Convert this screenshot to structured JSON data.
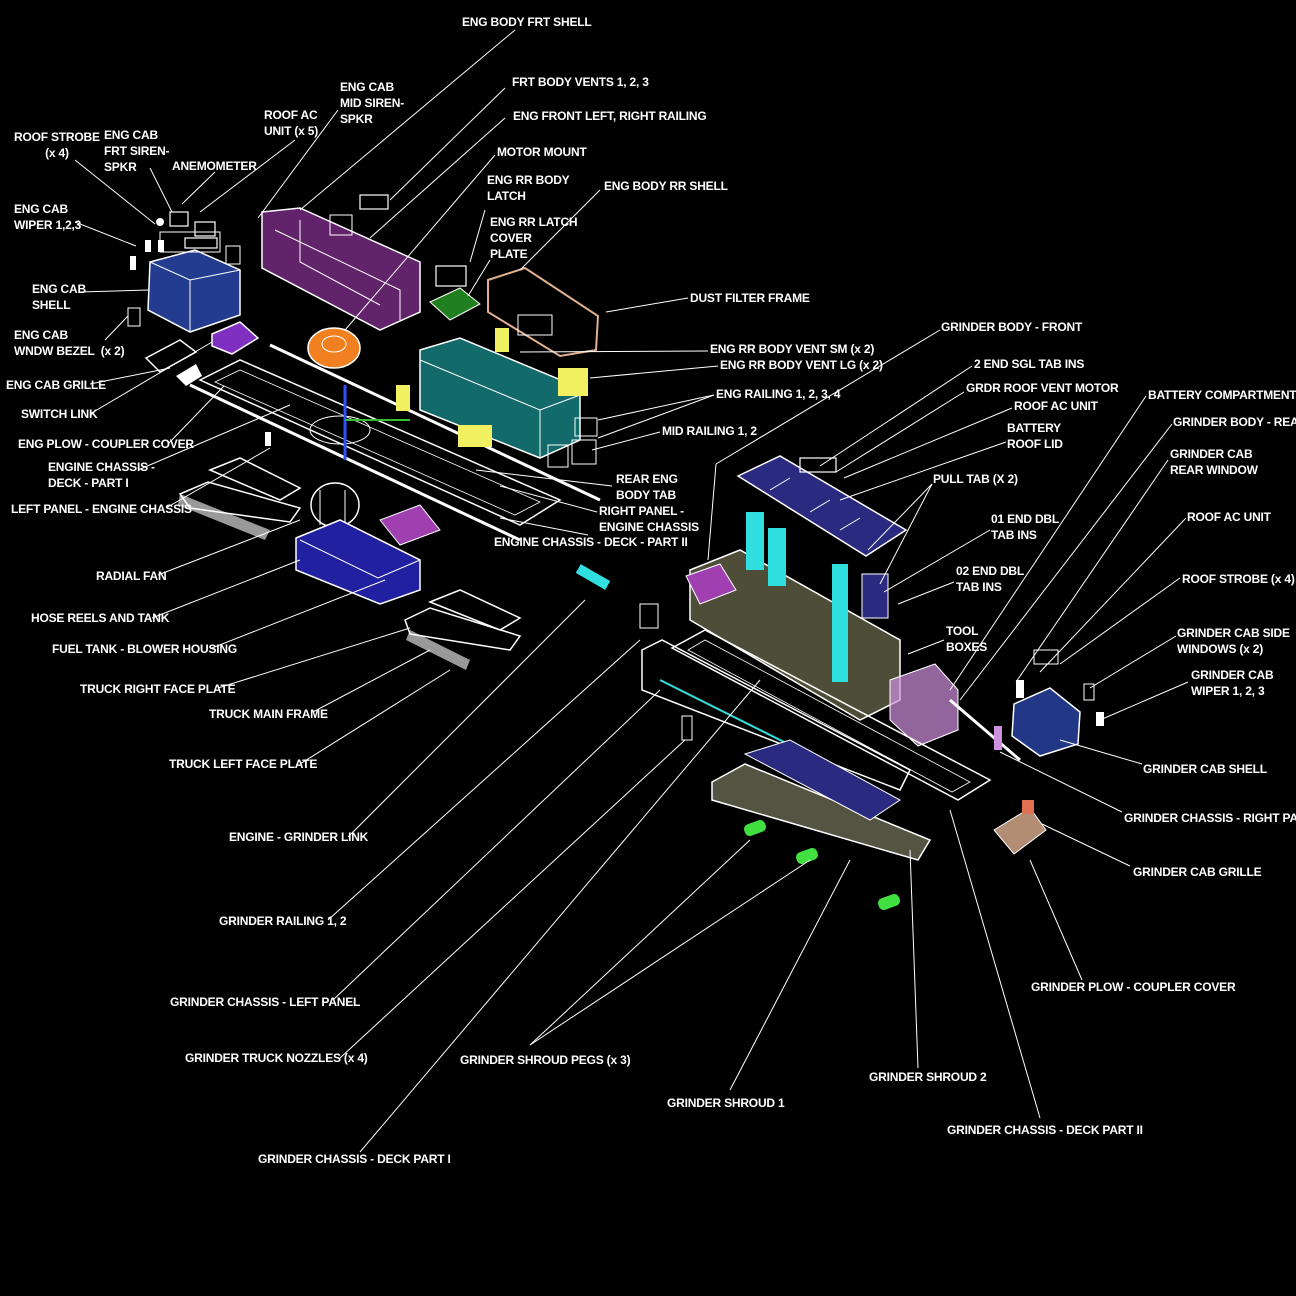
{
  "labels": {
    "eng_body_frt_shell": "ENG BODY FRT SHELL",
    "frt_body_vents": "FRT BODY VENTS 1, 2, 3",
    "eng_front_railing": "ENG FRONT LEFT, RIGHT RAILING",
    "motor_mount": "MOTOR MOUNT",
    "eng_rr_body_latch": "ENG RR BODY\nLATCH",
    "eng_rr_latch_cover": "ENG RR LATCH\nCOVER\nPLATE",
    "eng_body_rr_shell": "ENG BODY RR SHELL",
    "dust_filter_frame": "DUST FILTER FRAME",
    "eng_rr_vent_sm": "ENG RR BODY VENT SM (x 2)",
    "eng_rr_vent_lg": "ENG RR BODY VENT LG (x 2)",
    "eng_railing": "ENG RAILING 1, 2, 3, 4",
    "mid_railing": "MID RAILING 1, 2",
    "rear_eng_body_tab": "REAR ENG\nBODY TAB",
    "right_panel_engine_chassis": "RIGHT PANEL -\nENGINE CHASSIS",
    "engine_chassis_deck_2": "ENGINE CHASSIS - DECK - PART II",
    "eng_cab_mid_siren": "ENG CAB\nMID SIREN-\nSPKR",
    "roof_ac_unit_x5": "ROOF AC\nUNIT (x 5)",
    "anemometer": "ANEMOMETER",
    "eng_cab_frt_siren": "ENG CAB\nFRT SIREN-\nSPKR",
    "roof_strobe_x4_left": "ROOF STROBE\n(x 4)",
    "eng_cab_wiper": "ENG CAB\nWIPER 1,2,3",
    "eng_cab_shell": "ENG CAB\nSHELL",
    "eng_cab_wndw_bezel": "ENG CAB\nWNDW BEZEL  (x 2)",
    "eng_cab_grille": "ENG CAB GRILLE",
    "switch_link": "SWITCH LINK",
    "eng_plow_coupler": "ENG PLOW - COUPLER COVER",
    "engine_chassis_deck_1": "ENGINE CHASSIS -\nDECK - PART I",
    "left_panel_engine_chassis": "LEFT PANEL - ENGINE CHASSIS",
    "radial_fan": "RADIAL FAN",
    "hose_reels_tank": "HOSE REELS AND TANK",
    "fuel_tank_blower": "FUEL TANK - BLOWER HOUSING",
    "truck_right_face": "TRUCK RIGHT FACE PLATE",
    "truck_main_frame": "TRUCK MAIN FRAME",
    "truck_left_face": "TRUCK LEFT FACE PLATE",
    "engine_grinder_link": "ENGINE - GRINDER LINK",
    "grinder_railing": "GRINDER RAILING 1, 2",
    "grinder_chassis_left": "GRINDER CHASSIS - LEFT PANEL",
    "grinder_truck_nozzles": "GRINDER TRUCK NOZZLES (x 4)",
    "grinder_shroud_pegs": "GRINDER SHROUD PEGS (x 3)",
    "grinder_chassis_deck_1": "GRINDER CHASSIS - DECK PART I",
    "grinder_shroud_1": "GRINDER SHROUD 1",
    "grinder_shroud_2": "GRINDER SHROUD 2",
    "grinder_chassis_deck_2": "GRINDER CHASSIS - DECK PART II",
    "grinder_plow_coupler": "GRINDER PLOW - COUPLER COVER",
    "grinder_cab_grille": "GRINDER CAB GRILLE",
    "grinder_chassis_right": "GRINDER CHASSIS - RIGHT PANEL",
    "grinder_cab_shell": "GRINDER CAB SHELL",
    "grinder_cab_wiper": "GRINDER CAB\nWIPER 1, 2, 3",
    "grinder_cab_side_windows": "GRINDER CAB SIDE\nWINDOWS (x 2)",
    "roof_strobe_x4_right": "ROOF STROBE (x 4)",
    "roof_ac_unit_right": "ROOF AC UNIT",
    "grinder_cab_rear_window": "GRINDER CAB\nREAR WINDOW",
    "grinder_body_rear": "GRINDER BODY - REAR",
    "battery_compartment": "BATTERY COMPARTMENT",
    "grinder_body_front": "GRINDER BODY - FRONT",
    "end_sgl_tab_ins_2": "2 END SGL TAB INS",
    "grdr_roof_vent_motor": "GRDR ROOF VENT MOTOR",
    "roof_ac_unit_mid": "ROOF AC UNIT",
    "battery_roof_lid": "BATTERY\nROOF LID",
    "pull_tab": "PULL TAB (X 2)",
    "end_dbl_tab_ins_01": "01 END DBL\nTAB INS",
    "end_dbl_tab_ins_02": "02 END DBL\nTAB INS",
    "tool_boxes": "TOOL\nBOXES"
  },
  "colors": {
    "background": "#000000",
    "line": "#ffffff",
    "purple": "#c060d0",
    "blue": "#3050c0",
    "teal": "#20b0b0",
    "yellow": "#f0f060",
    "orange": "#f08020",
    "green": "#40e040",
    "cyan": "#30e0e0",
    "tan": "#e0b090",
    "navy": "#2a2a80"
  }
}
